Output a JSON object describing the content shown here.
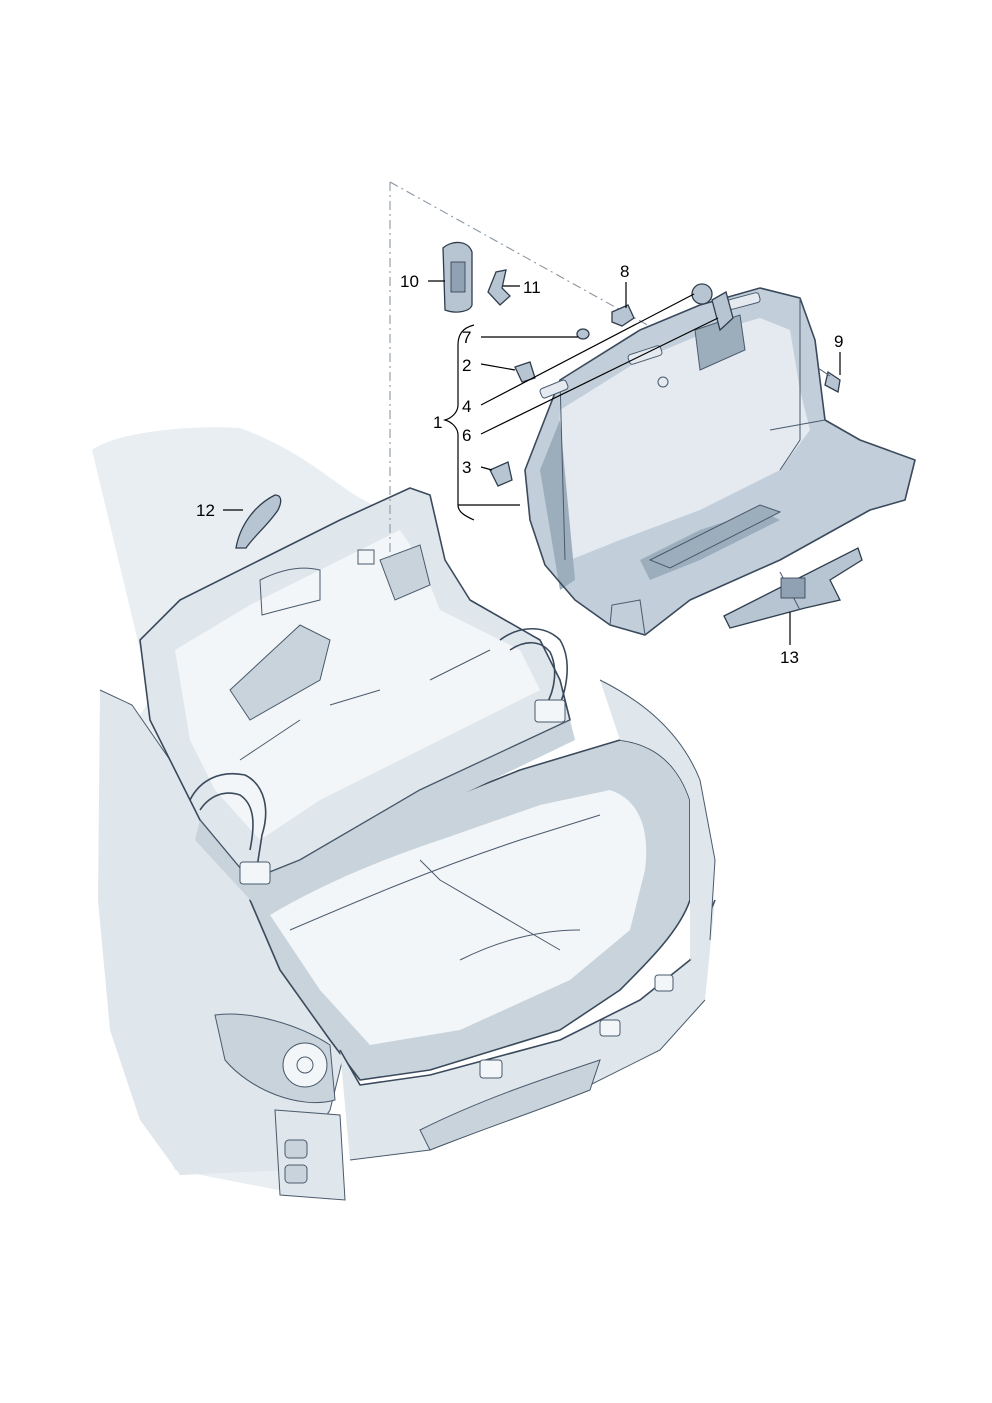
{
  "callouts": {
    "c1": "1",
    "c2": "2",
    "c3": "3",
    "c4": "4",
    "c6": "6",
    "c7": "7",
    "c8": "8",
    "c9": "9",
    "c10": "10",
    "c11": "11",
    "c12": "12",
    "c13": "13"
  }
}
